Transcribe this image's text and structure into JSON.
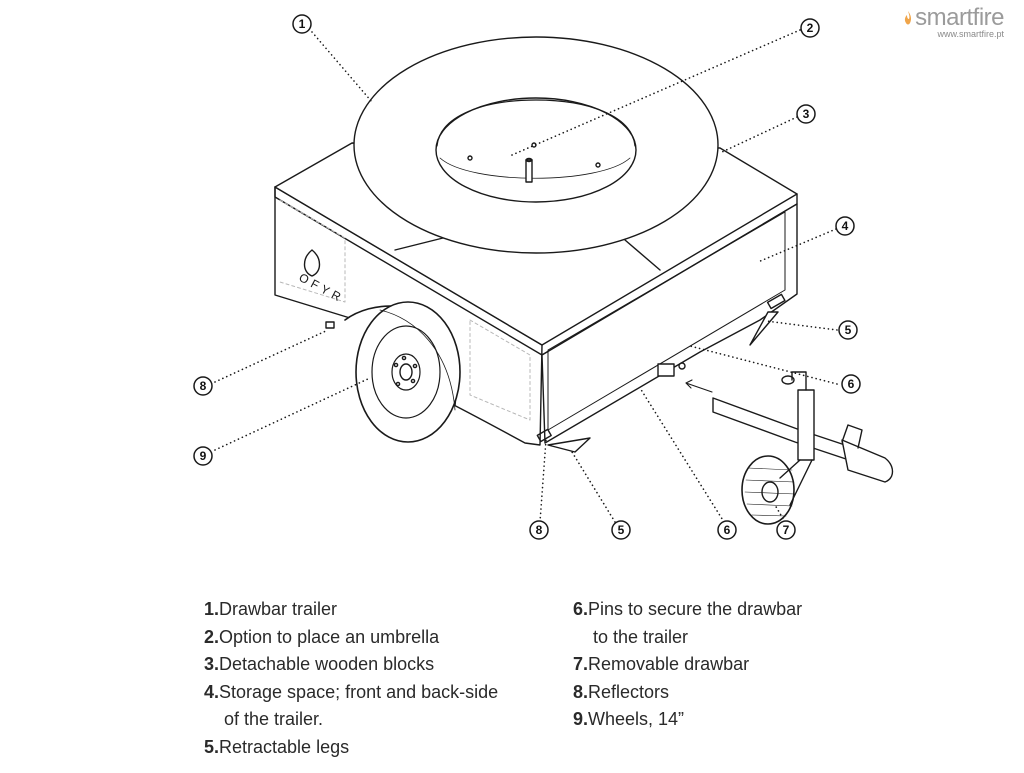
{
  "brand": {
    "name": "smartfire",
    "url": "www.smartfire.pt",
    "color": "#9b9b9b",
    "flame_color": "#f0a54a"
  },
  "logo": {
    "text": "OFYR"
  },
  "callouts": [
    "1",
    "2",
    "3",
    "4",
    "5",
    "6",
    "8",
    "9",
    "8",
    "5",
    "6",
    "7"
  ],
  "legend": {
    "left": [
      {
        "num": "1.",
        "text": "Drawbar trailer"
      },
      {
        "num": "2.",
        "text": "Option to place an umbrella"
      },
      {
        "num": "3.",
        "text": "Detachable wooden blocks"
      },
      {
        "num": "4.",
        "text": "Storage space; front and back-side",
        "cont": "of the trailer."
      },
      {
        "num": "5.",
        "text": "Retractable legs"
      }
    ],
    "right": [
      {
        "num": "6.",
        "text": "Pins to secure the drawbar",
        "cont": "to the trailer"
      },
      {
        "num": "7.",
        "text": "Removable drawbar"
      },
      {
        "num": "8.",
        "text": "Reflectors"
      },
      {
        "num": "9.",
        "text": "Wheels, 14”"
      }
    ]
  }
}
